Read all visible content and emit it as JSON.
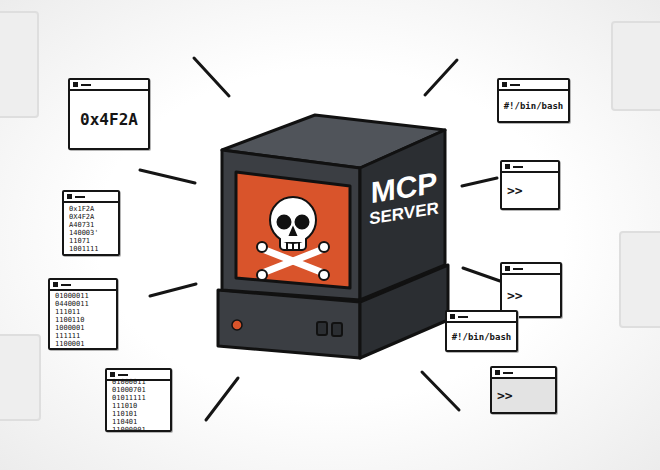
{
  "diagram": {
    "nodes": [
      {
        "text": [
          "0x4F2A"
        ]
      },
      {
        "text": [
          "0x1F2A 0X4F2A A40731 140003' 11071 1001111"
        ]
      },
      {
        "text": [
          "01000011 04400011 111011 1100110 1000001 111111 1100001"
        ]
      },
      {
        "text": [
          "01000011 01000701 01011111 111010 110101 110401 11000001"
        ]
      },
      {
        "text": [
          "MCP SERVER"
        ]
      },
      {
        "text": [
          "#!/bin/bash"
        ]
      },
      {
        "text": [
          ">>"
        ]
      },
      {
        "text": [
          ">>"
        ]
      },
      {
        "text": [
          "#!/bin/bash"
        ]
      },
      {
        "text": [
          ">>"
        ]
      }
    ]
  }
}
